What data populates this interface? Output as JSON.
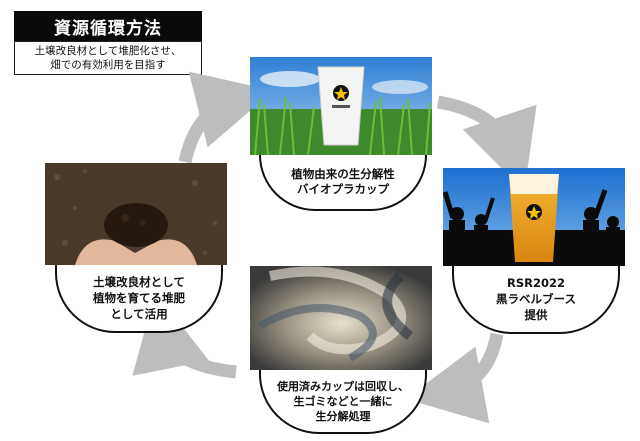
{
  "header": {
    "title": "資源循環方法",
    "subtitle_lines": [
      "土壌改良材として堆肥化させ、",
      "畑での有効利用を目指す"
    ]
  },
  "steps": [
    {
      "id": "cup",
      "caption_lines": [
        "植物由来の生分解性",
        "バイオプラカップ"
      ]
    },
    {
      "id": "event",
      "caption_lines": [
        "RSR2022",
        "黒ラベルブース",
        "提供"
      ]
    },
    {
      "id": "disposal",
      "caption_lines": [
        "使用済みカップは回収し、",
        "生ゴミなどと一緒に",
        "生分解処理"
      ]
    },
    {
      "id": "soil",
      "caption_lines": [
        "土壌改良材として",
        "植物を育てる堆肥",
        "として活用"
      ]
    }
  ],
  "colors": {
    "arrow": "#bdbdbd",
    "title_bg": "#0a0a0a",
    "border": "#111111"
  },
  "icons": {
    "cup": "cup-photo",
    "crowd": "crowd-photo",
    "compost": "compost-photo",
    "soil": "soil-photo",
    "arrow": "cycle-arrow"
  }
}
